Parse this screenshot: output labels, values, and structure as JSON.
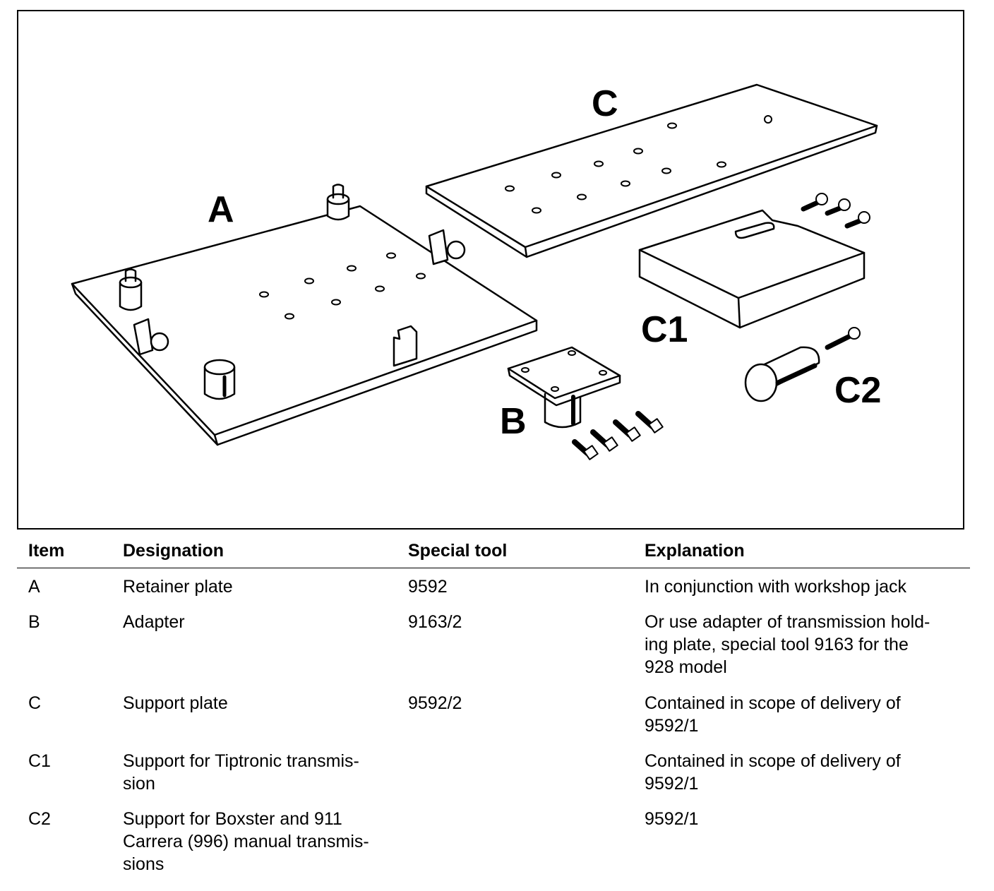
{
  "figure": {
    "callouts": {
      "a": "A",
      "b": "B",
      "c": "C",
      "c1": "C1",
      "c2": "C2"
    }
  },
  "table": {
    "headers": {
      "item": "Item",
      "designation": "Designation",
      "special_tool": "Special tool",
      "explanation": "Explanation"
    },
    "rows": [
      {
        "item": "A",
        "designation": [
          "Retainer plate"
        ],
        "special_tool": "9592",
        "explanation": [
          "In conjunction with workshop jack"
        ]
      },
      {
        "item": "B",
        "designation": [
          "Adapter"
        ],
        "special_tool": "9163/2",
        "explanation": [
          "Or use adapter of transmission hold-",
          "ing plate, special tool 9163 for the",
          "928 model"
        ]
      },
      {
        "item": "C",
        "designation": [
          "Support plate"
        ],
        "special_tool": "9592/2",
        "explanation": [
          "Contained in scope of delivery of",
          "9592/1"
        ]
      },
      {
        "item": "C1",
        "designation": [
          "Support for Tiptronic transmis-",
          "sion"
        ],
        "special_tool": "",
        "explanation": [
          "Contained in scope of delivery of",
          "9592/1"
        ]
      },
      {
        "item": "C2",
        "designation": [
          "Support for Boxster and 911",
          "Carrera (996) manual transmis-",
          "sions"
        ],
        "special_tool": "",
        "explanation": [
          "9592/1"
        ]
      }
    ]
  }
}
